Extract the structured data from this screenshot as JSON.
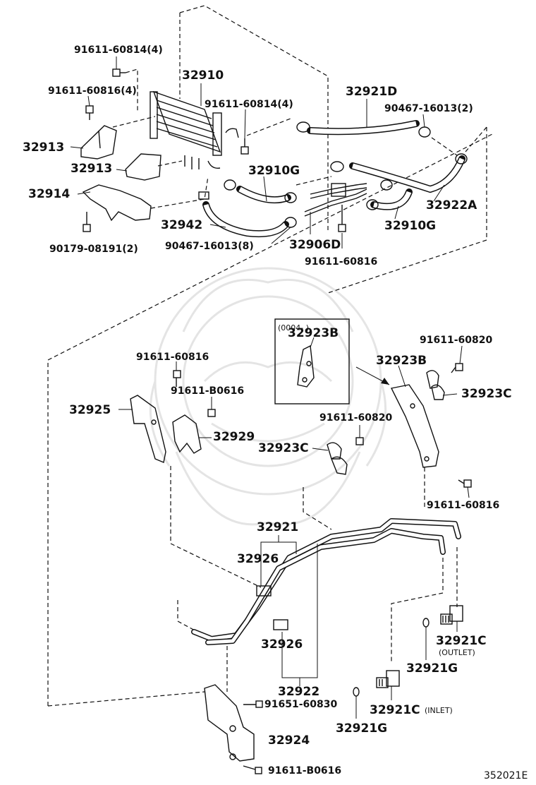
{
  "labels": {
    "bolt_top": "91611-60814(4)",
    "cooler": "32910",
    "bolt_left": "91611-60816(4)",
    "bolt_mid": "91611-60814(4)",
    "hose_d": "32921D",
    "clamp_top": "90467-16013(2)",
    "bracket_upper": "32913",
    "bracket_lower": "32913",
    "hose_g1": "32910G",
    "bracket_32914": "32914",
    "hose_a": "32922A",
    "hose_32942": "32942",
    "clamp_bottom": "90467-16013(8)",
    "hose_g2": "32910G",
    "bolt_90179": "90179-08191(2)",
    "tube_32906d": "32906D",
    "bolt_32906d": "91611-60816",
    "inset_range": "(0004-     )",
    "inset_part": "32923B",
    "bolt_32923b": "91611-60820",
    "clamp_32923b": "32923B",
    "bolt_32925": "91611-60816",
    "clamp_32923c_r": "32923C",
    "bolt_b0616": "91611-B0616",
    "bracket_32925": "32925",
    "bolt_60820_b": "91611-60820",
    "bracket_32929": "32929",
    "clamp_32923c_l": "32923C",
    "bolt_60816_r": "91611-60816",
    "pipe_32921": "32921",
    "grommet_1": "32926",
    "grommet_2": "32926",
    "pipe_32922": "32922",
    "union_outlet": "32921C",
    "union_outlet_note": "(OUTLET)",
    "gasket_1": "32921G",
    "bolt_60830": "91651-60830",
    "union_inlet": "32921C",
    "union_inlet_note": "(INLET)",
    "gasket_2": "32921G",
    "bracket_32924": "32924",
    "bolt_b0616_b": "91611-B0616",
    "diagram_code": "352021E"
  }
}
